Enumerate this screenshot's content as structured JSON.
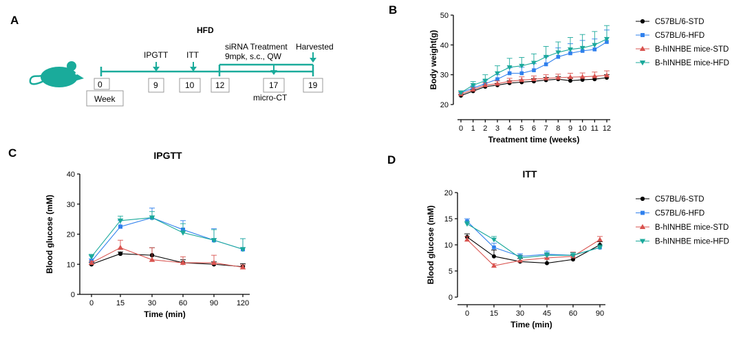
{
  "panels": {
    "a": "A",
    "b": "B",
    "c": "C",
    "d": "D"
  },
  "colors": {
    "ctrl_std": "#000000",
    "ctrl_hfd": "#2f80ed",
    "ki_std": "#d9534f",
    "ki_hfd": "#1aa99b",
    "mouse": "#1aab9b"
  },
  "legend": [
    "C57BL/6-STD",
    "C57BL/6-HFD",
    "B-hINHBE mice-STD",
    "B-hINHBE mice-HFD"
  ],
  "timeline": {
    "title": "HFD",
    "week_label": "Week",
    "bottom_weeks": [
      "0",
      "9",
      "10",
      "12",
      "17",
      "19"
    ],
    "ipgtt": "IPGTT",
    "itt": "ITT",
    "sirna_line1": "siRNA Treatment",
    "sirna_line2": "9mpk, s.c., QW",
    "harvested": "Harvested",
    "microct": "micro-CT"
  },
  "chart_data": [
    {
      "id": "body-weight",
      "type": "line",
      "title": "",
      "xlabel": "Treatment time (weeks)",
      "ylabel": "Body weight(g)",
      "xlim": [
        0,
        12
      ],
      "ylim": [
        20,
        50
      ],
      "xticks": [
        0,
        1,
        2,
        3,
        4,
        5,
        6,
        7,
        8,
        9,
        10,
        11,
        12
      ],
      "yticks": [
        20,
        30,
        40,
        50
      ],
      "x": [
        0,
        1,
        2,
        3,
        4,
        5,
        6,
        7,
        8,
        9,
        10,
        11,
        12
      ],
      "series": [
        {
          "name": "C57BL/6-STD",
          "marker": "circle",
          "color": "#000000",
          "values": [
            23.0,
            24.5,
            26.0,
            26.5,
            27.2,
            27.5,
            27.8,
            28.2,
            28.5,
            28.0,
            28.3,
            28.5,
            29.0
          ],
          "err": [
            0.4,
            0.5,
            0.6,
            0.6,
            0.8,
            0.8,
            0.9,
            0.9,
            0.9,
            0.9,
            1.0,
            1.0,
            1.0
          ]
        },
        {
          "name": "C57BL/6-HFD",
          "marker": "square",
          "color": "#2f80ed",
          "values": [
            24.0,
            25.5,
            27.0,
            28.5,
            30.5,
            30.5,
            31.5,
            33.5,
            36.0,
            37.2,
            38.0,
            38.5,
            41.0
          ],
          "err": [
            0.5,
            0.8,
            1.2,
            1.5,
            1.8,
            2.0,
            2.2,
            2.5,
            3.0,
            3.2,
            3.5,
            3.5,
            4.0
          ]
        },
        {
          "name": "B-hINHBE mice-STD",
          "marker": "triangle-up",
          "color": "#d9534f",
          "values": [
            23.5,
            25.0,
            26.5,
            27.0,
            27.8,
            28.2,
            28.5,
            28.8,
            29.0,
            29.2,
            29.3,
            29.5,
            29.8
          ],
          "err": [
            0.5,
            0.7,
            0.8,
            0.9,
            1.0,
            1.1,
            1.1,
            1.2,
            1.2,
            1.3,
            1.3,
            1.4,
            1.5
          ]
        },
        {
          "name": "B-hINHBE mice-HFD",
          "marker": "triangle-down",
          "color": "#1aa99b",
          "values": [
            24.0,
            26.5,
            28.0,
            30.5,
            32.5,
            33.0,
            34.0,
            36.0,
            37.5,
            38.5,
            39.0,
            40.0,
            42.0
          ],
          "err": [
            0.6,
            1.2,
            2.0,
            2.5,
            3.0,
            2.8,
            3.0,
            3.5,
            3.5,
            4.0,
            4.5,
            4.5,
            4.5
          ]
        }
      ]
    },
    {
      "id": "ipgtt",
      "type": "line",
      "title": "IPGTT",
      "xlabel": "Time (min)",
      "ylabel": "Blood glucose (mM)",
      "xlim": [
        0,
        120
      ],
      "ylim": [
        0,
        40
      ],
      "xticks": [
        0,
        15,
        30,
        60,
        90,
        120
      ],
      "yticks": [
        0,
        10,
        20,
        30,
        40
      ],
      "x": [
        0,
        15,
        30,
        60,
        90,
        120
      ],
      "series": [
        {
          "name": "C57BL/6-STD",
          "marker": "circle",
          "color": "#000000",
          "values": [
            10.0,
            13.5,
            13.0,
            10.5,
            10.0,
            9.2
          ],
          "err": [
            0.6,
            0.6,
            2.5,
            1.0,
            0.8,
            1.0
          ]
        },
        {
          "name": "C57BL/6-HFD",
          "marker": "square",
          "color": "#2f80ed",
          "values": [
            11.0,
            22.5,
            25.5,
            21.5,
            18.0,
            15.0
          ],
          "err": [
            0.8,
            2.0,
            3.2,
            3.0,
            3.8,
            3.5
          ]
        },
        {
          "name": "B-hINHBE mice-STD",
          "marker": "triangle-up",
          "color": "#d9534f",
          "values": [
            10.5,
            15.5,
            11.5,
            10.5,
            10.5,
            9.0
          ],
          "err": [
            0.6,
            2.5,
            4.0,
            2.0,
            2.5,
            0.8
          ]
        },
        {
          "name": "B-hINHBE mice-HFD",
          "marker": "triangle-down",
          "color": "#1aa99b",
          "values": [
            12.5,
            24.5,
            25.5,
            20.5,
            18.0,
            15.0
          ],
          "err": [
            0.8,
            1.5,
            2.0,
            3.0,
            3.5,
            3.5
          ]
        }
      ]
    },
    {
      "id": "itt",
      "type": "line",
      "title": "ITT",
      "xlabel": "Time (min)",
      "ylabel": "Blood glucose (mM)",
      "xlim": [
        0,
        90
      ],
      "ylim": [
        0,
        20
      ],
      "xticks": [
        0,
        15,
        30,
        45,
        60,
        90
      ],
      "yticks": [
        0,
        5,
        10,
        15,
        20
      ],
      "x": [
        0,
        15,
        30,
        45,
        60,
        90
      ],
      "series": [
        {
          "name": "C57BL/6-STD",
          "marker": "circle",
          "color": "#000000",
          "values": [
            11.5,
            7.8,
            6.8,
            6.5,
            7.2,
            10.0
          ],
          "err": [
            0.6,
            1.2,
            0.6,
            1.0,
            0.9,
            0.6
          ]
        },
        {
          "name": "C57BL/6-HFD",
          "marker": "square",
          "color": "#2f80ed",
          "values": [
            14.5,
            9.5,
            7.8,
            8.2,
            8.0,
            9.5
          ],
          "err": [
            0.5,
            0.8,
            0.5,
            0.6,
            0.6,
            0.5
          ]
        },
        {
          "name": "B-hINHBE mice-STD",
          "marker": "triangle-up",
          "color": "#d9534f",
          "values": [
            11.0,
            6.0,
            7.0,
            7.5,
            7.8,
            11.0
          ],
          "err": [
            0.6,
            0.4,
            1.0,
            0.8,
            0.8,
            0.6
          ]
        },
        {
          "name": "B-hINHBE mice-HFD",
          "marker": "triangle-down",
          "color": "#1aa99b",
          "values": [
            14.0,
            11.0,
            7.5,
            8.0,
            8.0,
            9.5
          ],
          "err": [
            0.5,
            0.6,
            0.5,
            0.5,
            0.5,
            0.5
          ]
        }
      ]
    }
  ]
}
